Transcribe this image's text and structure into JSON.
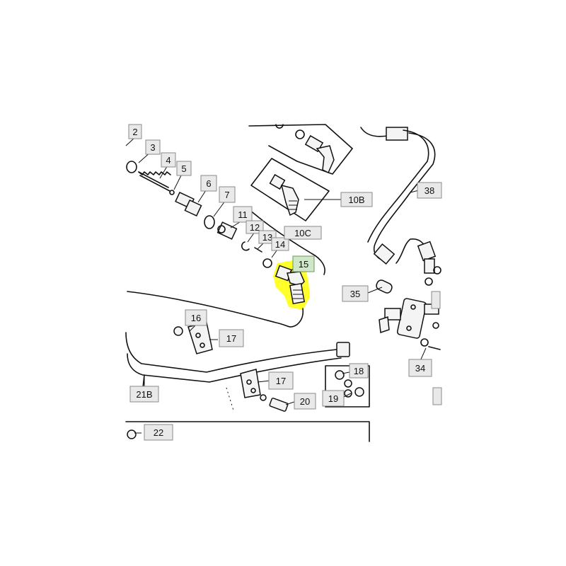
{
  "diagram": {
    "highlight_color": "#ffff2a",
    "callouts": [
      {
        "id": "c2",
        "label": "2"
      },
      {
        "id": "c3",
        "label": "3"
      },
      {
        "id": "c4",
        "label": "4"
      },
      {
        "id": "c5",
        "label": "5"
      },
      {
        "id": "c6",
        "label": "6"
      },
      {
        "id": "c7",
        "label": "7"
      },
      {
        "id": "c11",
        "label": "11"
      },
      {
        "id": "c12",
        "label": "12"
      },
      {
        "id": "c13",
        "label": "13"
      },
      {
        "id": "c14",
        "label": "14"
      },
      {
        "id": "c10c",
        "label": "10C"
      },
      {
        "id": "c10b",
        "label": "10B"
      },
      {
        "id": "c15",
        "label": "15"
      },
      {
        "id": "c16",
        "label": "16"
      },
      {
        "id": "c17a",
        "label": "17"
      },
      {
        "id": "c17b",
        "label": "17"
      },
      {
        "id": "c18",
        "label": "18"
      },
      {
        "id": "c19",
        "label": "19"
      },
      {
        "id": "c20",
        "label": "20"
      },
      {
        "id": "c21b",
        "label": "21B"
      },
      {
        "id": "c22",
        "label": "22"
      },
      {
        "id": "c34",
        "label": "34"
      },
      {
        "id": "c35",
        "label": "35"
      },
      {
        "id": "c38",
        "label": "38"
      }
    ]
  }
}
